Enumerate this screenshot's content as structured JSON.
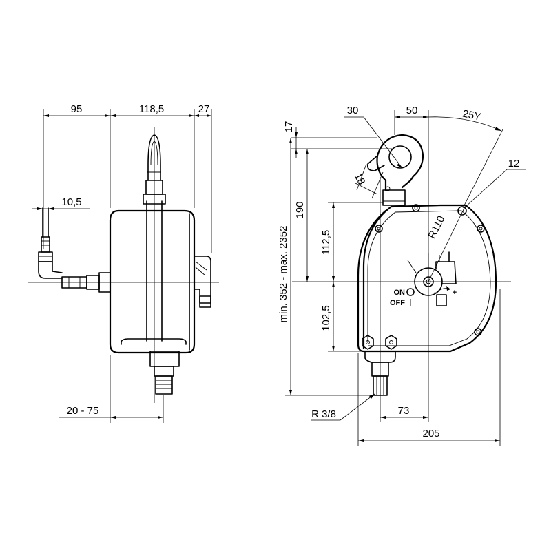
{
  "dimensions": {
    "d95": "95",
    "d118_5": "118,5",
    "d27": "27",
    "d10_5": "10,5",
    "d20_75": "20 - 75",
    "d30": "30",
    "d50": "50",
    "d25y": "25Y",
    "d17": "17",
    "d18": "18",
    "d12": "12",
    "d190": "190",
    "dR110": "R110",
    "d112_5": "112,5",
    "dminmax": "min. 352 - max. 2352",
    "d102_5": "102,5",
    "dR3_8": "R 3/8",
    "d73": "73",
    "d205": "205"
  },
  "labels": {
    "on": "ON",
    "off": "OFF",
    "minus": "-",
    "plus": "+"
  }
}
